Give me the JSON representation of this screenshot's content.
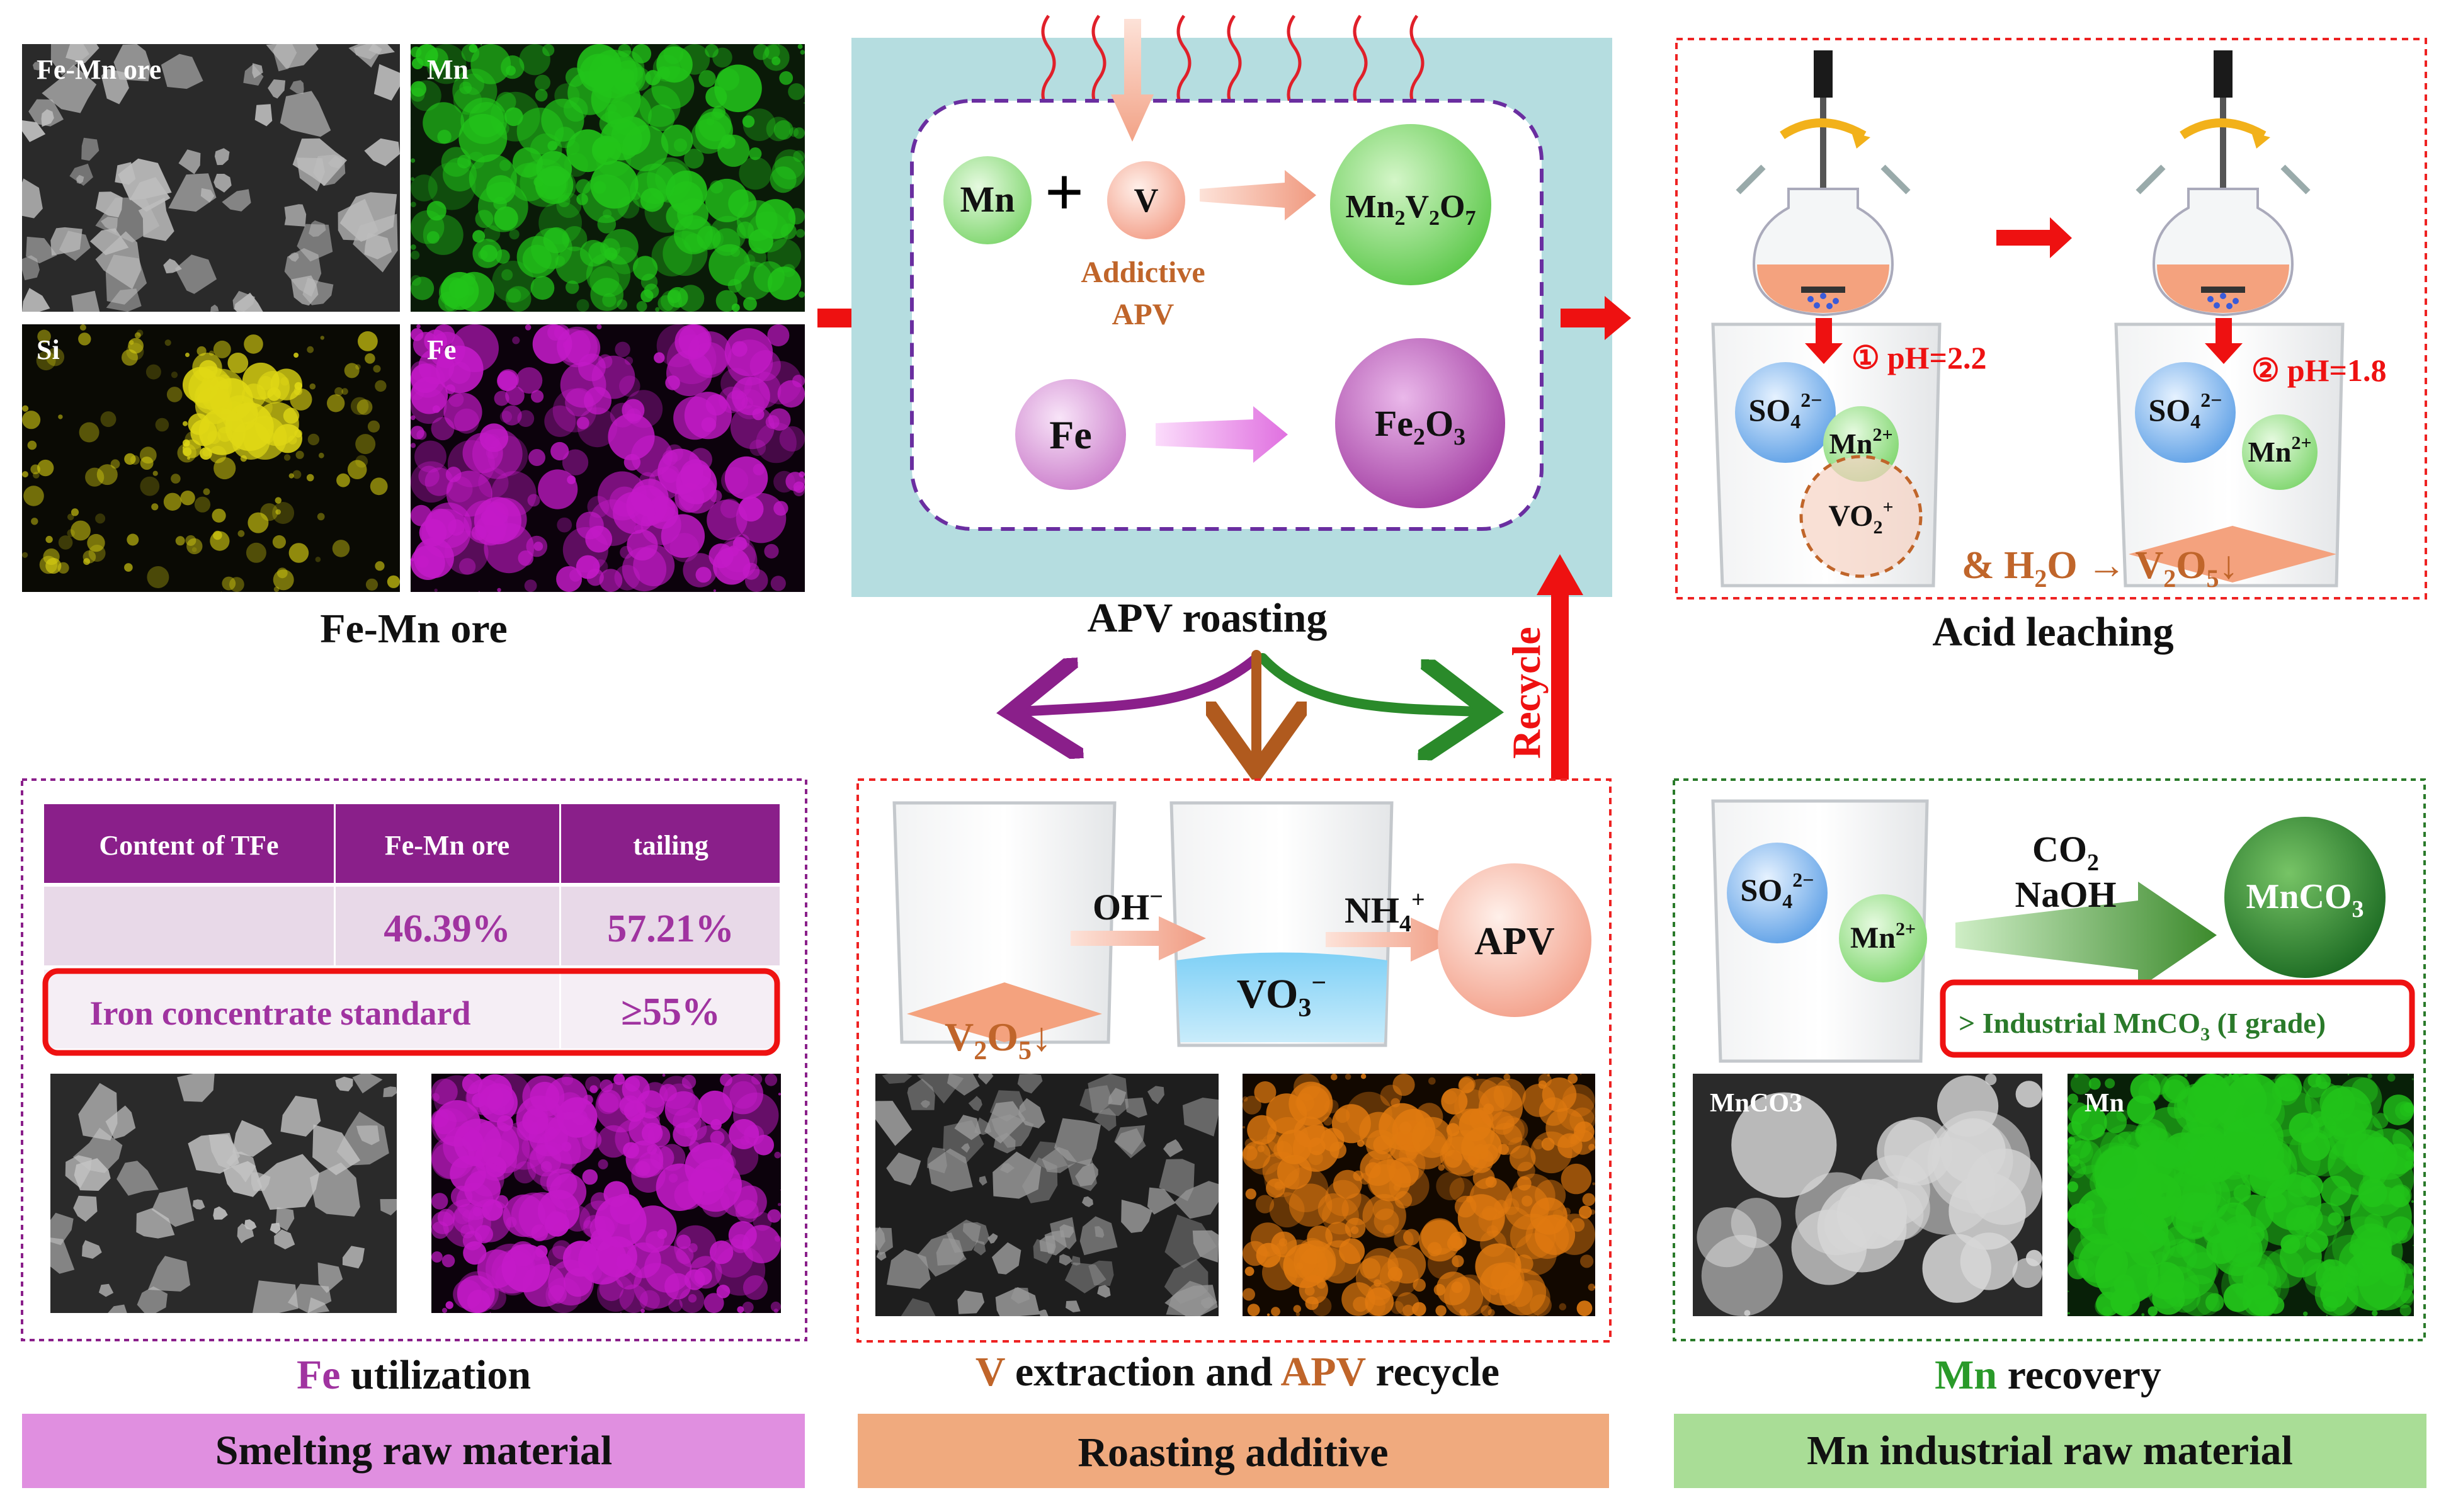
{
  "fe_mn_ore": {
    "images": [
      {
        "label": "Fe-Mn ore",
        "type": "sem"
      },
      {
        "label": "Mn",
        "type": "map",
        "color": "#22c41a"
      },
      {
        "label": "Si",
        "type": "map",
        "color": "#d8cf12"
      },
      {
        "label": "Fe",
        "type": "map",
        "color": "#c41ac8"
      }
    ],
    "caption": "Fe-Mn ore"
  },
  "roasting": {
    "mn": "Mn",
    "v": "V",
    "additive_line1": "Addictive",
    "additive_line2": "APV",
    "product1": {
      "a": "Mn",
      "b": "2",
      "c": "V",
      "d": "2",
      "e": "O",
      "f": "7"
    },
    "fe": "Fe",
    "product2": {
      "a": "Fe",
      "b": "2",
      "c": "O",
      "d": "3"
    },
    "caption": "APV roasting",
    "recycle": "Recycle"
  },
  "acid_leaching": {
    "step1_num": "①",
    "step1": "pH=2.2",
    "step2_num": "②",
    "step2": "pH=1.8",
    "so4": {
      "base": "SO",
      "sub": "4",
      "sup": "2−"
    },
    "mn2": {
      "base": "Mn",
      "sup": "2+"
    },
    "vo2": {
      "base": "VO",
      "sub": "2",
      "sup": "+"
    },
    "h2o": {
      "a": "& H",
      "b": "2",
      "c": "O → V",
      "d": "2",
      "e": "O",
      "f": "5",
      "g": "↓"
    },
    "caption": "Acid leaching"
  },
  "fe_utilization": {
    "table": {
      "headers": [
        "Content of  TFe",
        "Fe-Mn ore",
        "tailing"
      ],
      "row1": [
        "",
        "46.39%",
        "57.21%"
      ],
      "row2": [
        "Iron concentrate standard",
        "≥55%"
      ]
    },
    "images": [
      {
        "type": "sem"
      },
      {
        "type": "map",
        "color": "#c41ac8"
      }
    ],
    "caption_highlight": "Fe",
    "caption_rest": " utilization",
    "bar": "Smelting raw material"
  },
  "v_extraction": {
    "oh": {
      "base": "OH",
      "sup": "−"
    },
    "nh4": {
      "base": "NH",
      "sub": "4",
      "sup": "+"
    },
    "vo3": {
      "base": "VO",
      "sub": "3",
      "sup": "−"
    },
    "apv": "APV",
    "v2o5": {
      "a": "V",
      "b": "2",
      "c": "O",
      "d": "5",
      "e": "↓"
    },
    "images": [
      {
        "type": "sem"
      },
      {
        "type": "map",
        "color": "#e07a10"
      }
    ],
    "caption_v": "V",
    "caption_mid": " extraction and ",
    "caption_apv": "APV",
    "caption_end": " recycle",
    "bar": "Roasting additive"
  },
  "mn_recovery": {
    "so4": {
      "base": "SO",
      "sub": "4",
      "sup": "2−"
    },
    "mn2": {
      "base": "Mn",
      "sup": "2+"
    },
    "co2": {
      "base": "CO",
      "sub": "2"
    },
    "naoh": "NaOH",
    "mnco3": {
      "base": "MnCO",
      "sub": "3"
    },
    "standard": {
      "a": ">  Industrial MnCO",
      "b": "3",
      "c": " (I grade)"
    },
    "images": [
      {
        "label": "MnCO3",
        "type": "sem"
      },
      {
        "label": "Mn",
        "type": "map",
        "color": "#22c41a"
      }
    ],
    "caption_highlight": "Mn",
    "caption_rest": " recovery",
    "bar": "Mn industrial raw material"
  },
  "colors": {
    "arrow_red": "#ee1111",
    "purple": "#8a1f8a",
    "brown": "#b05a1e",
    "green": "#2a8a2a",
    "bar_purple": "#e08fe0",
    "bar_orange": "#f0aa7e",
    "bar_green": "#a9dd96",
    "panel_teal": "#b5dde0"
  }
}
